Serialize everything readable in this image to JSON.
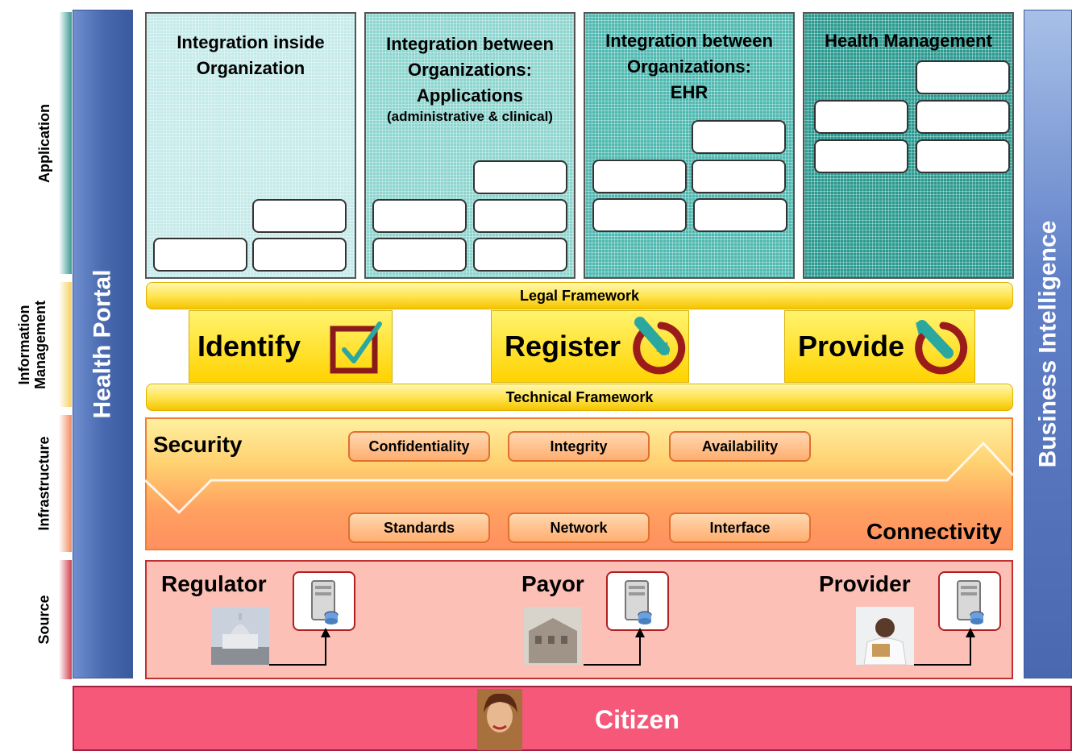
{
  "left_labels": {
    "application": "Application",
    "information_management_line1": "Information",
    "information_management_line2": "Management",
    "infrastructure": "Infrastructure",
    "source": "Source"
  },
  "sidebars": {
    "left": "Health Portal",
    "right": "Business Intelligence"
  },
  "columns": [
    {
      "title_line1": "Integration inside",
      "title_line2": "Organization",
      "title_line3": "",
      "subtitle": ""
    },
    {
      "title_line1": "Integration between",
      "title_line2": "Organizations:",
      "title_line3": "Applications",
      "subtitle": "(administrative & clinical)"
    },
    {
      "title_line1": "Integration between",
      "title_line2": "Organizations:",
      "title_line3": "EHR",
      "subtitle": ""
    },
    {
      "title_line1": "Health Management",
      "title_line2": "",
      "title_line3": "",
      "subtitle": ""
    }
  ],
  "frameworks": {
    "legal": "Legal Framework",
    "technical": "Technical Framework"
  },
  "processes": {
    "identify": "Identify",
    "register": "Register",
    "provide": "Provide"
  },
  "infrastructure": {
    "security": "Security",
    "connectivity": "Connectivity",
    "security_items": [
      "Confidentiality",
      "Integrity",
      "Availability"
    ],
    "connectivity_items": [
      "Standards",
      "Network",
      "Interface"
    ]
  },
  "sources": {
    "regulator": "Regulator",
    "payor": "Payor",
    "provider": "Provider"
  },
  "citizen": "Citizen",
  "colors": {
    "stripe_application": "#3a9a90",
    "stripe_information": "#f5d060",
    "stripe_infrastructure": "#f08a60",
    "stripe_source": "#d04050",
    "sidebar_blue": "#5a7cc0",
    "citizen_bar": "#f55878"
  }
}
